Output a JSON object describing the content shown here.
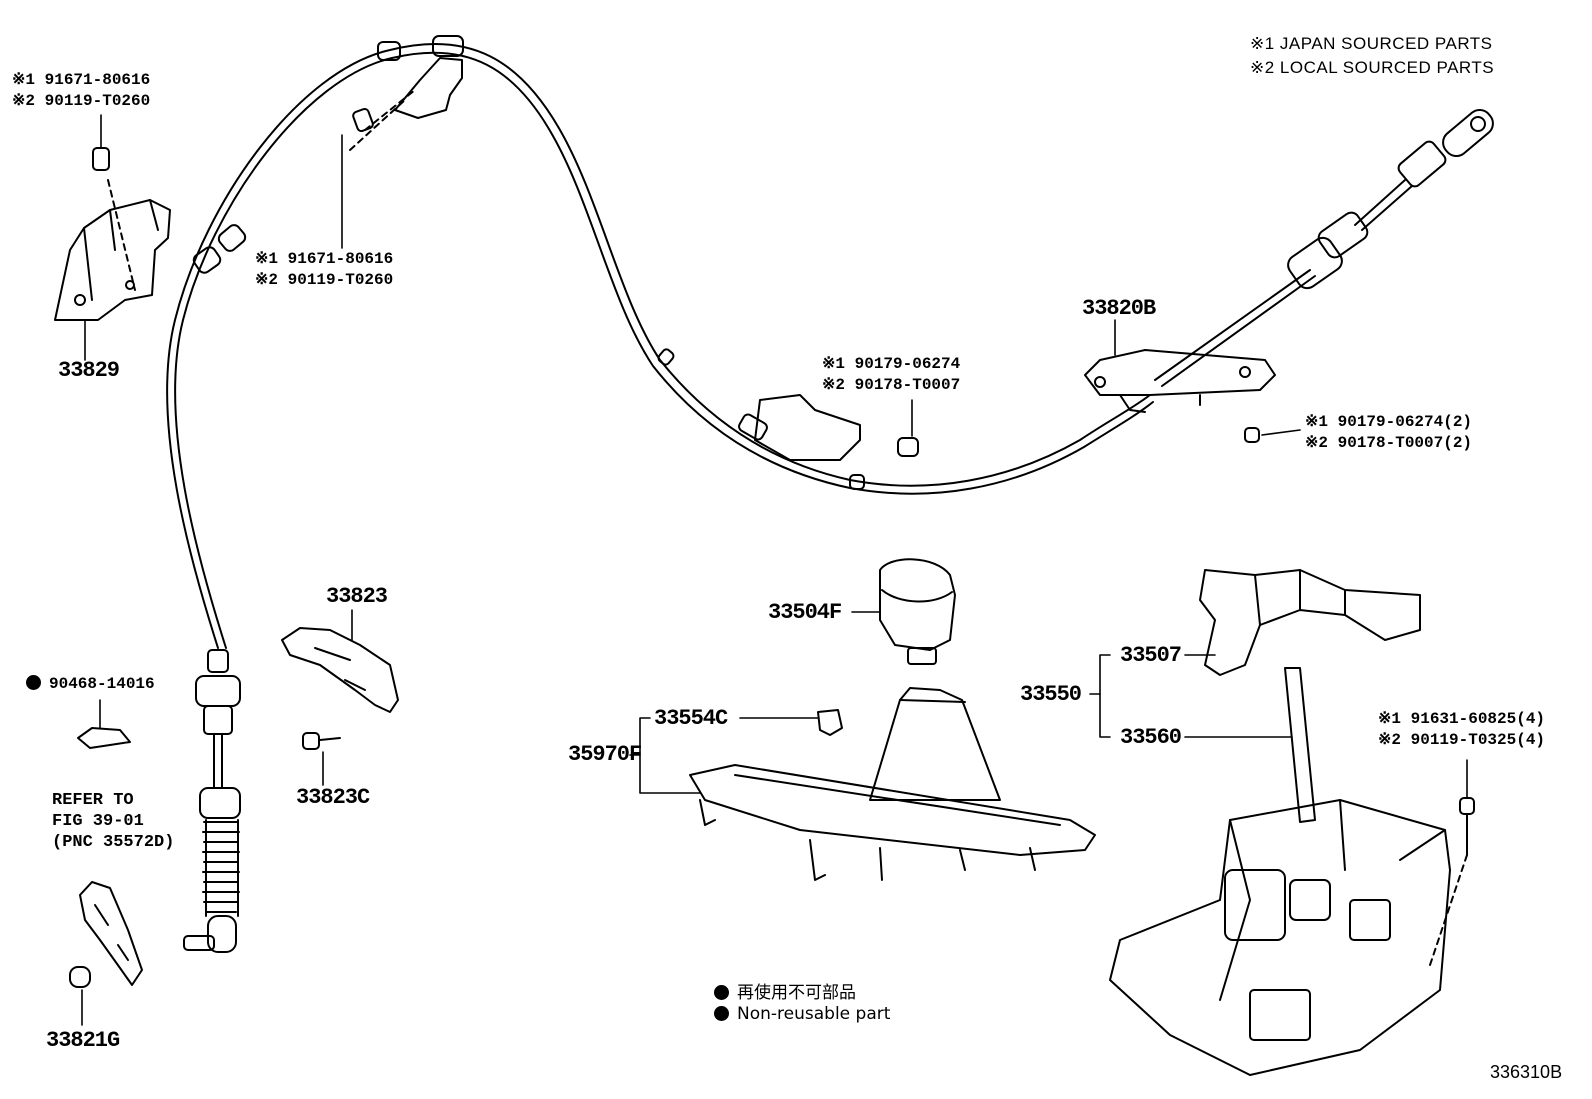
{
  "header_notes": [
    "※1 JAPAN SOURCED PARTS",
    "※2 LOCAL SOURCED PARTS"
  ],
  "labels": {
    "p33829": "33829",
    "p33829_bolt": [
      "※1 91671-80616",
      "※2 90119-T0260"
    ],
    "mid_bolt": [
      "※1 91671-80616",
      "※2 90119-T0260"
    ],
    "p33820B": "33820B",
    "nut_mid": [
      "※1 90179-06274",
      "※2 90178-T0007"
    ],
    "nut_right": [
      "※1 90179-06274(2)",
      "※2 90178-T0007(2)"
    ],
    "p33823": "33823",
    "p33823C": "33823C",
    "p90468": "90468-14016",
    "refer": [
      "REFER TO",
      "FIG 39-01",
      "(PNC 35572D)"
    ],
    "p33821G": "33821G",
    "p33504F": "33504F",
    "p33554C": "33554C",
    "p35970F": "35970F",
    "p33550": "33550",
    "p33507": "33507",
    "p33560": "33560",
    "bolt_right": [
      "※1 91631-60825(4)",
      "※2 90119-T0325(4)"
    ]
  },
  "legend": [
    "再使用不可部品",
    "Non-reusable part"
  ],
  "figure_code": "336310B"
}
